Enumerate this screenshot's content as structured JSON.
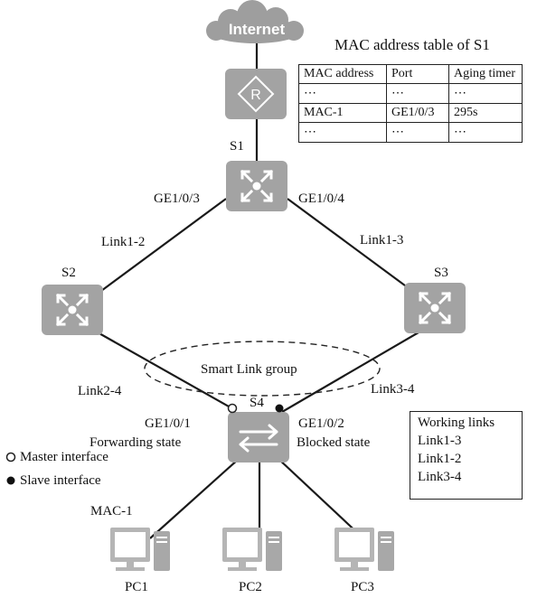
{
  "internet": "Internet",
  "router_glyph": "R",
  "table": {
    "title": "MAC address table of S1",
    "headers": [
      "MAC address",
      "Port",
      "Aging timer"
    ],
    "rows": [
      [
        "⋯",
        "⋯",
        "⋯"
      ],
      [
        "MAC-1",
        "GE1/0/3",
        "295s"
      ],
      [
        "⋯",
        "⋯",
        "⋯"
      ]
    ]
  },
  "nodes": {
    "s1": "S1",
    "s2": "S2",
    "s3": "S3",
    "s4": "S4",
    "pc1": "PC1",
    "pc2": "PC2",
    "pc3": "PC3"
  },
  "ports": {
    "s1_left": "GE1/0/3",
    "s1_right": "GE1/0/4",
    "s4_left": "GE1/0/1",
    "s4_right": "GE1/0/2"
  },
  "links": {
    "l12": "Link1-2",
    "l13": "Link1-3",
    "l24": "Link2-4",
    "l34": "Link3-4"
  },
  "group_label": "Smart Link group",
  "states": {
    "forwarding": "Forwarding state",
    "blocked": "Blocked state"
  },
  "legend": {
    "master": "Master interface",
    "slave": "Slave interface"
  },
  "mac1": "MAC-1",
  "working": {
    "title": "Working links",
    "items": [
      "Link1-3",
      "Link1-2",
      "Link3-4"
    ]
  },
  "colors": {
    "device": "#a3a3a3",
    "device_dark": "#8a8a8a",
    "cloud": "#9e9e9e",
    "pc": "#b5b5b5",
    "line": "#1a1a1a"
  }
}
